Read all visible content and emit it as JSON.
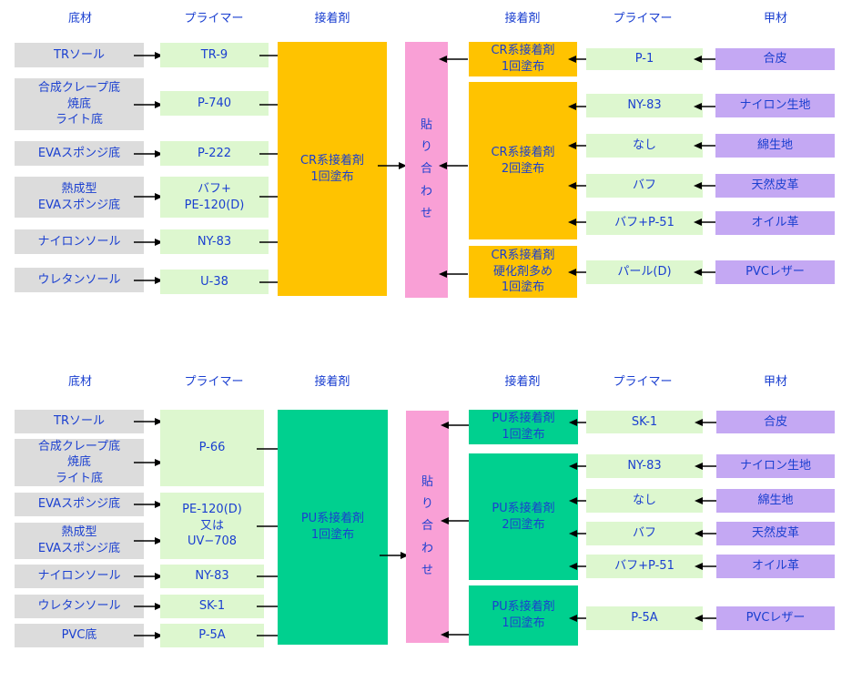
{
  "headers": {
    "sole": "底材",
    "primer": "プライマー",
    "adhesive": "接着剤",
    "upper": "甲材"
  },
  "top": {
    "soles": [
      "TRソール",
      "合成クレープ底\n焼底\nライト底",
      "EVAスポンジ底",
      "熱成型\nEVAスポンジ底",
      "ナイロンソール",
      "ウレタンソール"
    ],
    "sole_primers": [
      "TR-9",
      "P-740",
      "P-222",
      "バフ+\nPE-120(D)",
      "NY-83",
      "U-38"
    ],
    "sole_adhesive": "CR系接着剤\n1回塗布",
    "bond": "貼\nり\n合\nわ\nせ",
    "upper_adhesives": [
      "CR系接着剤\n1回塗布",
      "CR系接着剤\n2回塗布",
      "CR系接着剤\n硬化剤多め\n1回塗布"
    ],
    "upper_primers": [
      "P-1",
      "NY-83",
      "なし",
      "バフ",
      "バフ+P-51",
      "パール(D)"
    ],
    "uppers": [
      "合皮",
      "ナイロン生地",
      "綿生地",
      "天然皮革",
      "オイル革",
      "PVCレザー"
    ]
  },
  "bottom": {
    "soles": [
      "TRソール",
      "合成クレープ底\n焼底\nライト底",
      "EVAスポンジ底",
      "熱成型\nEVAスポンジ底",
      "ナイロンソール",
      "ウレタンソール",
      "PVC底"
    ],
    "sole_primers": [
      "P-66",
      "PE-120(D)\n又は\nUV−708",
      "NY-83",
      "SK-1",
      "P-5A"
    ],
    "sole_adhesive": "PU系接着剤\n1回塗布",
    "bond": "貼\nり\n合\nわ\nせ",
    "upper_adhesives": [
      "PU系接着剤\n1回塗布",
      "PU系接着剤\n2回塗布",
      "PU系接着剤\n1回塗布"
    ],
    "upper_primers": [
      "SK-1",
      "NY-83",
      "なし",
      "バフ",
      "バフ+P-51",
      "P-5A"
    ],
    "uppers": [
      "合皮",
      "ナイロン生地",
      "綿生地",
      "天然皮革",
      "オイル革",
      "PVCレザー"
    ]
  },
  "colors": {
    "text": "#1a3fd0",
    "sole_box": "#dcdcdc",
    "primer_box": "#ddf7cf",
    "upper_box": "#c4a8f3",
    "cr_adhesive": "#ffc300",
    "pu_adhesive": "#00d08f",
    "bond_box": "#f9a0d6"
  }
}
